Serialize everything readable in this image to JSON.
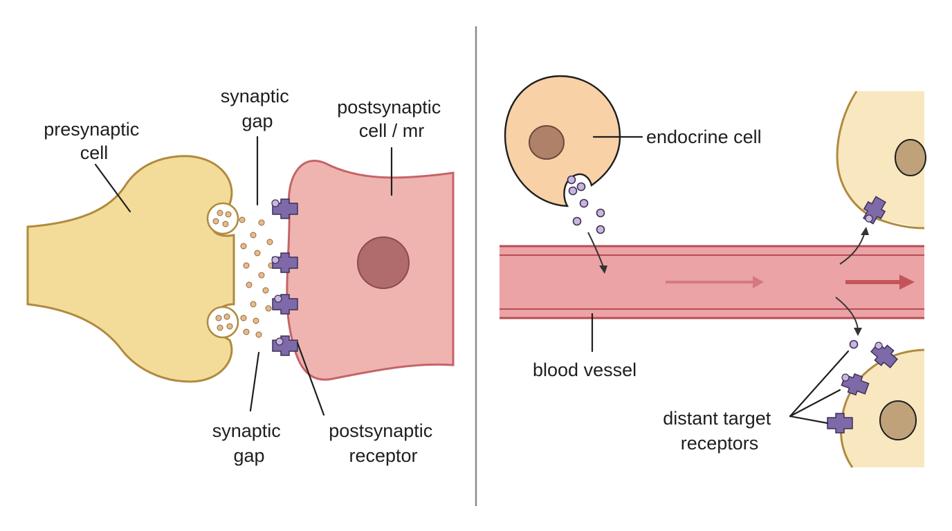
{
  "colors": {
    "presynaptic_fill": "#f3dc9a",
    "presynaptic_stroke": "#b08a3e",
    "postsynaptic_fill": "#efb4b0",
    "postsynaptic_stroke": "#c46468",
    "nucleus_post": "#b06b6d",
    "receptor": "#7e6aa8",
    "vesicle_dot": "#e9b98a",
    "endocrine_fill": "#f8d1a6",
    "endocrine_nucleus": "#b08169",
    "hormone": "#c9b6dc",
    "vessel_fill": "#eba3a5",
    "vessel_stroke": "#b84c55",
    "target_fill": "#f8e7bf",
    "target_nucleus": "#bfa27a",
    "divider": "#8a8a8a"
  },
  "synapse": {
    "presynaptic_label": [
      "presynaptic",
      "cell"
    ],
    "gap_label_top": [
      "synaptic",
      "gap"
    ],
    "postsynaptic_label": [
      "postsynaptic",
      "cell / mr"
    ],
    "gap_label_bottom": [
      "synaptic",
      "gap"
    ],
    "receptor_label": [
      "postsynaptic",
      "receptor"
    ]
  },
  "endocrine": {
    "cell_label": "endocrine cell",
    "vessel_label": "blood vessel",
    "target_label": [
      "distant target",
      "receptors"
    ]
  }
}
